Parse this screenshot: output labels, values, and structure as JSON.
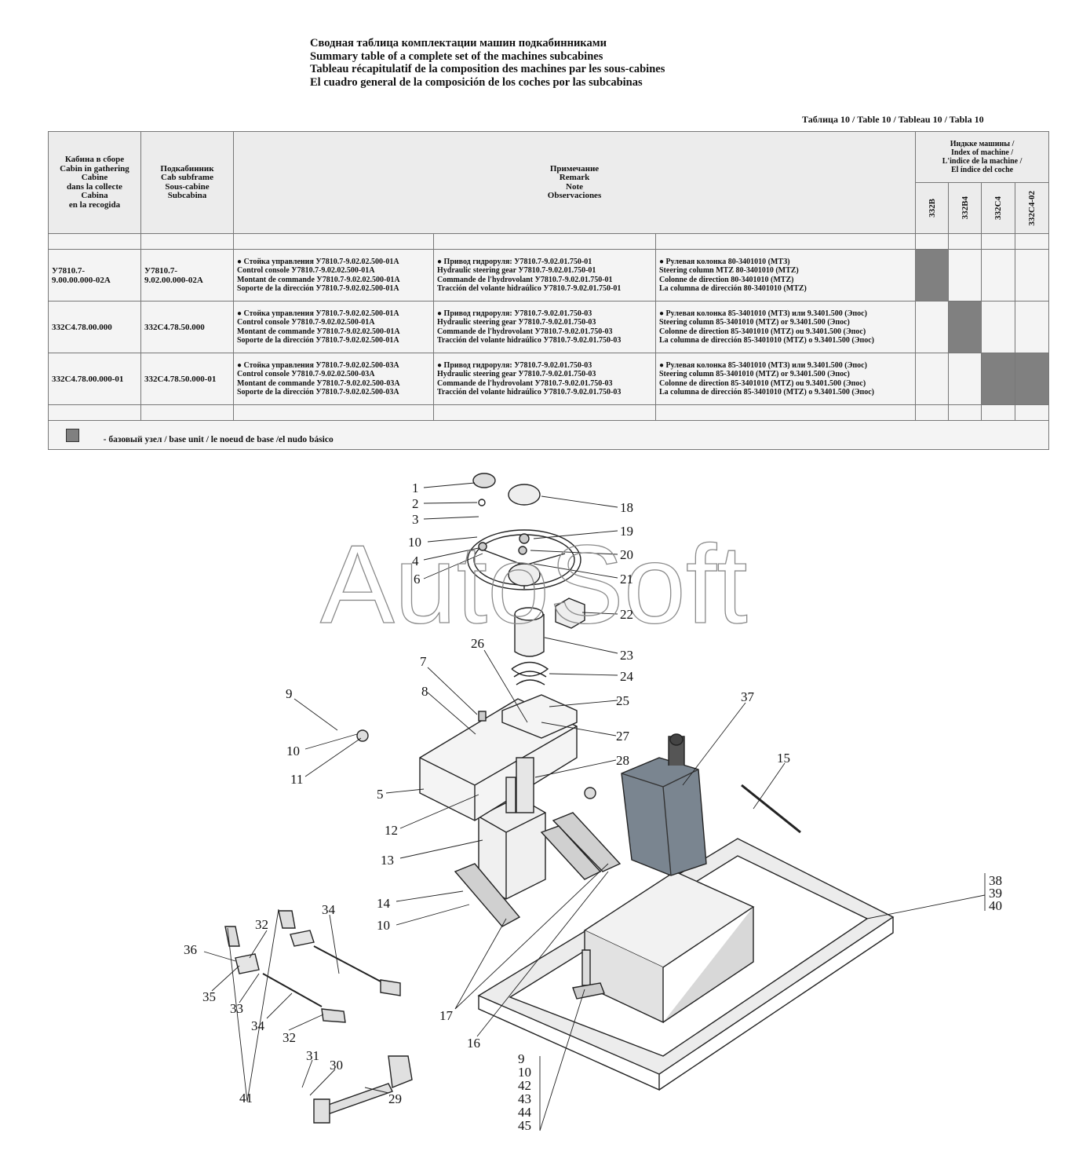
{
  "titles": [
    "Сводная таблица комплектации машин подкабинниками",
    "Summary table of a complete set of the machines subcabines",
    "Tableau récapitulatif de la composition des machines par les sous-cabines",
    "El cuadro general de la composición de los coches por las subcabinas"
  ],
  "table_ref": "Таблица 10 / Table 10 / Tableau 10 / Tabla 10",
  "headers": {
    "cabin": [
      "Кабина в сборе",
      "Cabin in gathering",
      "Cabine",
      "dans la collecte",
      "Cabina",
      "en la recogida"
    ],
    "subframe": [
      "Подкабинник",
      "Cab subframe",
      "Sous-cabine",
      "Subcabina"
    ],
    "remark": [
      "Примечание",
      "Remark",
      "Note",
      "Observaciones"
    ],
    "index": [
      "Индкке машины /",
      "Index of machine /",
      "L'indice de la machine /",
      "El índice del coche"
    ],
    "index_cols": [
      "332B",
      "332B4",
      "332C4",
      "332C4-02"
    ]
  },
  "rows": [
    {
      "cabin": [
        "У7810.7-",
        "9.00.00.000-02А"
      ],
      "subframe": [
        "У7810.7-",
        "9.02.00.000-02А"
      ],
      "note1": [
        "●  Стойка управления У7810.7-9.02.02.500-01А",
        "Control console У7810.7-9.02.02.500-01А",
        "Montant de commande У7810.7-9.02.02.500-01А",
        "Soporte de la dirección У7810.7-9.02.02.500-01А"
      ],
      "note2": [
        "● Привод гидроруля: У7810.7-9.02.01.750-01",
        "Hydraulic steering gear У7810.7-9.02.01.750-01",
        "Commande de l'hydrovolant У7810.7-9.02.01.750-01",
        "Tracción del volante hidraúlico У7810.7-9.02.01.750-01"
      ],
      "note3": [
        "● Рулевая колонка 80-3401010 (МТЗ)",
        "Steering column MTZ 80-3401010 (MTZ)",
        "Colonne de direction 80-3401010 (MTZ)",
        "La columna de dirección 80-3401010 (MTZ)"
      ],
      "filled": [
        true,
        false,
        false,
        false
      ]
    },
    {
      "cabin": [
        "332С4.78.00.000"
      ],
      "subframe": [
        "332С4.78.50.000"
      ],
      "note1": [
        "●  Стойка управления У7810.7-9.02.02.500-01А",
        "Control console У7810.7-9.02.02.500-01А",
        "Montant de commande У7810.7-9.02.02.500-01А",
        "Soporte de la dirección У7810.7-9.02.02.500-01А"
      ],
      "note2": [
        "● Привод гидроруля: У7810.7-9.02.01.750-03",
        "Hydraulic steering gear У7810.7-9.02.01.750-03",
        "Commande de l'hydrovolant У7810.7-9.02.01.750-03",
        "Tracción del volante hidraúlico У7810.7-9.02.01.750-03"
      ],
      "note3": [
        "● Рулевая колонка 85-3401010 (МТЗ) или 9.3401.500 (Эпос)",
        "Steering column 85-3401010 (MTZ) or 9.3401.500 (Эпос)",
        "Colonne de direction 85-3401010 (MTZ) ou 9.3401.500 (Эпос)",
        "La columna de dirección 85-3401010 (MTZ) o 9.3401.500 (Эпос)"
      ],
      "filled": [
        false,
        true,
        false,
        false
      ]
    },
    {
      "cabin": [
        "332С4.78.00.000-01"
      ],
      "subframe": [
        "332С4.78.50.000-01"
      ],
      "note1": [
        "●  Стойка управления У7810.7-9.02.02.500-03А",
        "Control console У7810.7-9.02.02.500-03А",
        "Montant de commande У7810.7-9.02.02.500-03А",
        "Soporte de la dirección У7810.7-9.02.02.500-03А"
      ],
      "note2": [
        "● Привод гидроруля: У7810.7-9.02.01.750-03",
        "Hydraulic steering gear У7810.7-9.02.01.750-03",
        "Commande de l'hydrovolant У7810.7-9.02.01.750-03",
        "Tracción del volante hidraúlico У7810.7-9.02.01.750-03"
      ],
      "note3": [
        "● Рулевая колонка 85-3401010 (МТЗ) или 9.3401.500 (Эпос)",
        "Steering column 85-3401010 (MTZ) or 9.3401.500 (Эпос)",
        "Colonne de direction 85-3401010 (MTZ) ou 9.3401.500 (Эпос)",
        "La columna de dirección 85-3401010 (MTZ) o 9.3401.500 (Эпос)"
      ],
      "filled": [
        false,
        false,
        true,
        true
      ]
    }
  ],
  "legend": "- базовый узел / base unit / le noeud de base /el nudo básico",
  "colors": {
    "filled": "#808080",
    "line": "#777777"
  },
  "watermark": "AutoSoft",
  "callouts": [
    "1",
    "2",
    "3",
    "10",
    "4",
    "6",
    "18",
    "19",
    "20",
    "21",
    "22",
    "23",
    "24",
    "25",
    "26",
    "27",
    "28",
    "7",
    "8",
    "9",
    "10",
    "11",
    "5",
    "12",
    "13",
    "14",
    "10",
    "17",
    "16",
    "37",
    "15",
    "38",
    "39",
    "40",
    "41",
    "32",
    "34",
    "36",
    "35",
    "33",
    "34",
    "32",
    "31",
    "30",
    "29",
    "9",
    "10",
    "42",
    "43",
    "44",
    "45"
  ]
}
